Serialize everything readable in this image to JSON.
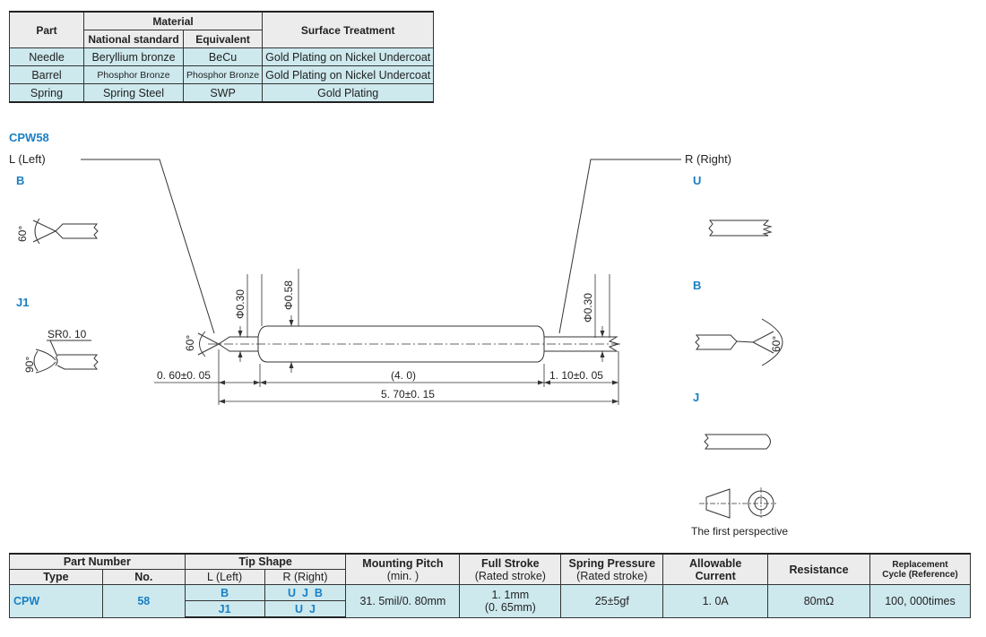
{
  "material_table": {
    "headers": {
      "part": "Part",
      "material": "Material",
      "national_standard": "National standard",
      "equivalent": "Equivalent",
      "surface_treatment": "Surface Treatment"
    },
    "rows": [
      {
        "part": "Needle",
        "national": "Beryllium bronze",
        "equivalent": "BeCu",
        "treatment": "Gold Plating on Nickel Undercoat"
      },
      {
        "part": "Barrel",
        "national": "Phosphor Bronze",
        "equivalent": "Phosphor Bronze",
        "treatment": "Gold Plating on Nickel Undercoat"
      },
      {
        "part": "Spring",
        "national": "Spring Steel",
        "equivalent": "SWP",
        "treatment": "Gold Plating"
      }
    ]
  },
  "drawing": {
    "model": "CPW58",
    "left_label": "L (Left)",
    "right_label": "R (Right)",
    "left_tips": [
      "B",
      "J1"
    ],
    "right_tips": [
      "U",
      "B",
      "J"
    ],
    "angle_60": "60°",
    "angle_90": "90°",
    "sr_label": "SR0. 10",
    "phi_030_left": "Φ0.30",
    "phi_058": "Φ0.58",
    "phi_030_right": "Φ0.30",
    "dim_left": "0. 60±0. 05",
    "dim_mid": "(4. 0)",
    "dim_right": "1. 10±0. 05",
    "dim_total": "5. 70±0. 15",
    "perspective_caption": "The first perspective"
  },
  "spec_table": {
    "headers": {
      "part_number": "Part Number",
      "type": "Type",
      "no": "No.",
      "tip_shape": "Tip Shape",
      "left": "L (Left)",
      "right": "R (Right)",
      "mounting_pitch": "Mounting Pitch",
      "mounting_pitch_sub": "(min. )",
      "full_stroke": "Full Stroke",
      "full_stroke_sub": "(Rated stroke)",
      "spring_pressure": "Spring Pressure",
      "spring_pressure_sub": "(Rated stroke)",
      "allowable": "Allowable",
      "allowable_sub": "Current",
      "resistance": "Resistance",
      "replacement": "Replacement",
      "replacement_sub": "Cycle (Reference)"
    },
    "row": {
      "type": "CPW",
      "no": "58",
      "left_1": "B",
      "right_1": "U  J  B",
      "left_2": "J1",
      "right_2": "U  J",
      "mounting_pitch": "31. 5mil/0. 80mm",
      "full_stroke": "1. 1mm",
      "full_stroke_sub": "(0. 65mm)",
      "spring_pressure": "25±5gf",
      "allowable_current": "1. 0A",
      "resistance": "80mΩ",
      "replacement_cycle": "100, 000times"
    }
  }
}
